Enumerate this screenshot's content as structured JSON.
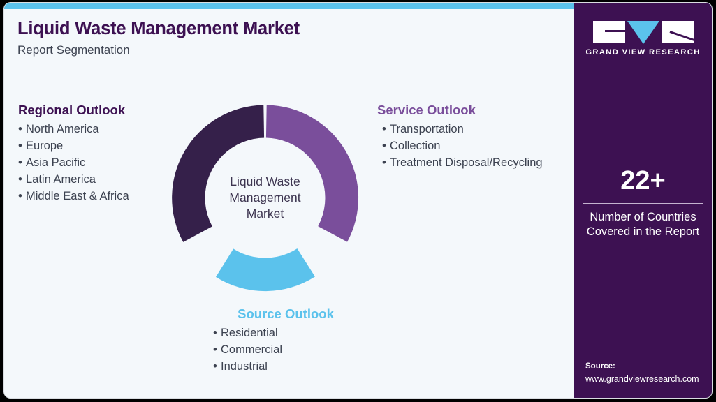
{
  "header": {
    "title": "Liquid Waste Management Market",
    "subtitle": "Report Segmentation"
  },
  "colors": {
    "card_background": "#f4f8fb",
    "top_strip": "#5bc2ec",
    "dark_purple": "#35204a",
    "medium_purple": "#7a4e9b",
    "light_blue": "#5bc2ec",
    "panel_purple": "#3d1152",
    "title_purple": "#3d1152",
    "body_text": "#3c4250"
  },
  "regional_outlook": {
    "heading": "Regional Outlook",
    "bullet": "•",
    "items": [
      "North America",
      "Europe",
      "Asia Pacific",
      "Latin America",
      "Middle East & Africa"
    ]
  },
  "service_outlook": {
    "heading": "Service Outlook",
    "bullet": "•",
    "items": [
      "Transportation",
      "Collection",
      "Treatment Disposal/Recycling"
    ]
  },
  "source_outlook": {
    "heading": "Source Outlook",
    "bullet": "•",
    "items": [
      "Residential",
      "Commercial",
      "Industrial"
    ]
  },
  "donut": {
    "center_line1": "Liquid Waste",
    "center_line2": "Management",
    "center_line3": "Market",
    "segments": [
      {
        "name": "Service Outlook",
        "color": "#7a4e9b",
        "share": 33.3
      },
      {
        "name": "Source Outlook",
        "color": "#5bc2ec",
        "share": 33.3
      },
      {
        "name": "Regional Outlook",
        "color": "#35204a",
        "share": 33.3
      }
    ]
  },
  "side_panel": {
    "logo": {
      "mark_g": "g-letter-block",
      "mark_v": "v-triangle-blue",
      "mark_r": "r-letter-block",
      "wordmark": "GRAND VIEW RESEARCH"
    },
    "stat": {
      "value": "22+",
      "caption_line1": "Number of Countries",
      "caption_line2": "Covered in the Report"
    },
    "source": {
      "label": "Source:",
      "url": "www.grandviewresearch.com"
    }
  }
}
